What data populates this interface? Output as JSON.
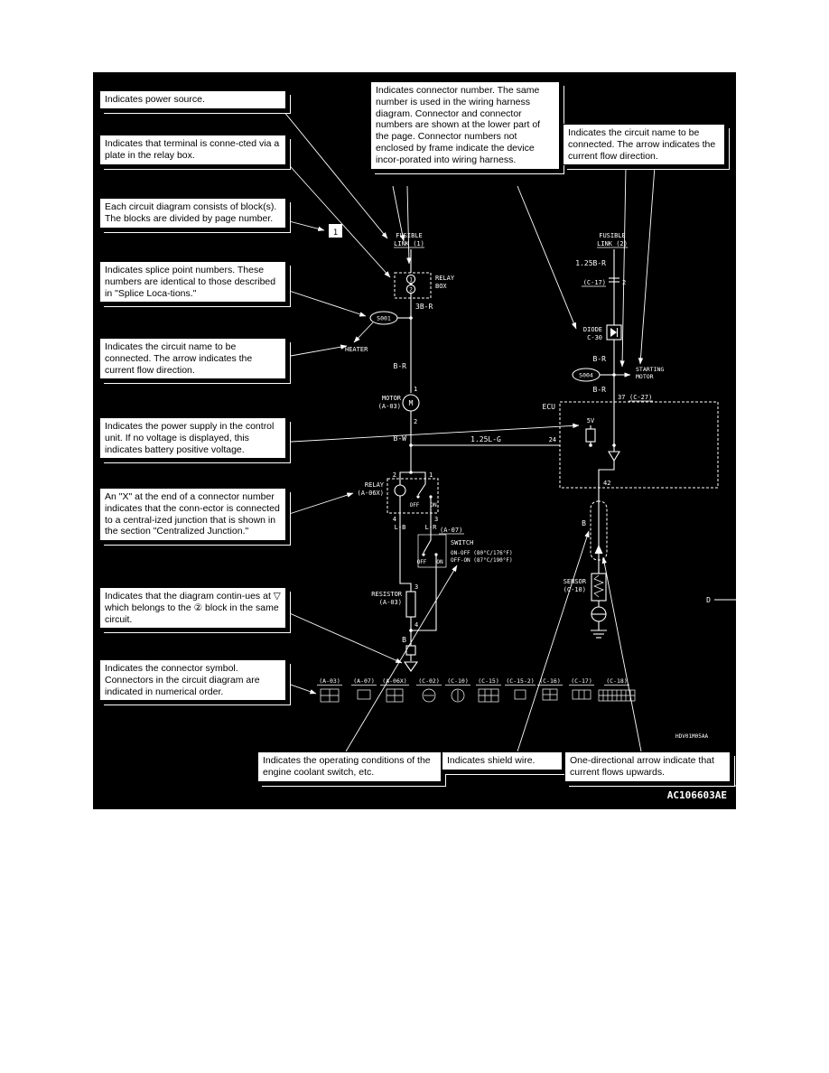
{
  "codes": {
    "figure": "AC106603AE",
    "plate": "HDV01M05AA"
  },
  "callouts": {
    "power_source": "Indicates power source.",
    "relay_plate": "Indicates that terminal is conne-cted via a plate in the relay box.",
    "blocks": "Each circuit diagram consists of block(s). The blocks are divided by page number.",
    "splice": "Indicates splice point numbers. These numbers are identical to those described in \"Splice Loca-tions.\"",
    "circuit_name_left": "Indicates the circuit name to be connected. The arrow indicates the current flow direction.",
    "power_supply": "Indicates the power supply in the control unit. If no voltage is displayed, this indicates battery positive voltage.",
    "x_connector": "An \"X\" at the end of a connector number indicates that the conn-ector is connected to a central-ized junction that is shown in the section \"Centralized Junction.\"",
    "continues": "Indicates that the diagram contin-ues at ▽ which belongs to the ② block in the same circuit.",
    "connector_symbol": "Indicates the connector symbol. Connectors in the circuit diagram are indicated in numerical order.",
    "connector_number": "Indicates connector number. The same number is used in the wiring harness diagram. Connector and connector numbers are shown at the lower part of the page. Connector numbers not enclosed by frame indicate the device incor-porated into wiring harness.",
    "circuit_name_right": "Indicates the circuit name to be connected. The arrow indicates the current flow direction.",
    "operating_conditions": "Indicates the operating conditions of the engine coolant switch, etc.",
    "shield_wire": "Indicates shield wire.",
    "one_directional": "One-directional arrow indicate that current flows upwards."
  },
  "labels": {
    "block1": "1",
    "fusible1_l1": "FUSIBLE",
    "fusible1_l2": "LINK (1)",
    "fusible2_l1": "FUSIBLE",
    "fusible2_l2": "LINK (2)",
    "relay_box_l1": "RELAY",
    "relay_box_l2": "BOX",
    "relay_box_t1": "1",
    "relay_box_t2": "2",
    "wire_3br": "3B-R",
    "splice1": "S001",
    "heater": "HEATER",
    "wire_br1": "B-R",
    "motor_t1": "1",
    "motor": "MOTOR",
    "motor_conn": "(A-03)",
    "motor_sym": "M",
    "motor_t2": "2",
    "wire_bw": "B-W",
    "wire_lg": "1.25L-G",
    "ecu_t24": "24",
    "relay": "RELAY",
    "relay_conn": "(A-06X)",
    "relay_t2": "2",
    "relay_t1": "1",
    "relay_t4": "4",
    "relay_t3": "3",
    "relay_off": "OFF",
    "relay_on": "ON",
    "wire_lb": "L-B",
    "wire_lr": "L-R",
    "switch_conn": "(A-07)",
    "switch": "SWITCH",
    "switch_cond1": "ON-OFF (80°C/176°F)",
    "switch_cond2": "OFF-ON (87°C/190°F)",
    "switch_off": "OFF",
    "switch_on": "ON",
    "resistor": "RESISTOR",
    "resistor_conn": "(A-03)",
    "resistor_t3": "3",
    "resistor_t4": "4",
    "wire_b1": "B",
    "wire_125br": "1.25B-R",
    "c17": "(C-17)",
    "c17_t2": "2",
    "diode": "DIODE",
    "diode_conn": "C-30",
    "wire_br2": "B-R",
    "splice2": "S004",
    "starting_l1": "STARTING",
    "starting_l2": "MOTOR",
    "wire_br3": "B-R",
    "ecu_t37": "37",
    "c27": "(C-27)",
    "ecu": "ECU",
    "five_v": "5V",
    "ecu_t42": "42",
    "wire_b2": "B",
    "sensor": "SENSOR",
    "sensor_conn": "(C-10)",
    "d_cont": "D",
    "connector_row": [
      "(A-03)",
      "(A-07)",
      "(A-06X)",
      "(C-02)",
      "(C-10)",
      "(C-15)",
      "(C-15-2)",
      "(C-16)",
      "(C-17)",
      "(C-18)"
    ]
  }
}
